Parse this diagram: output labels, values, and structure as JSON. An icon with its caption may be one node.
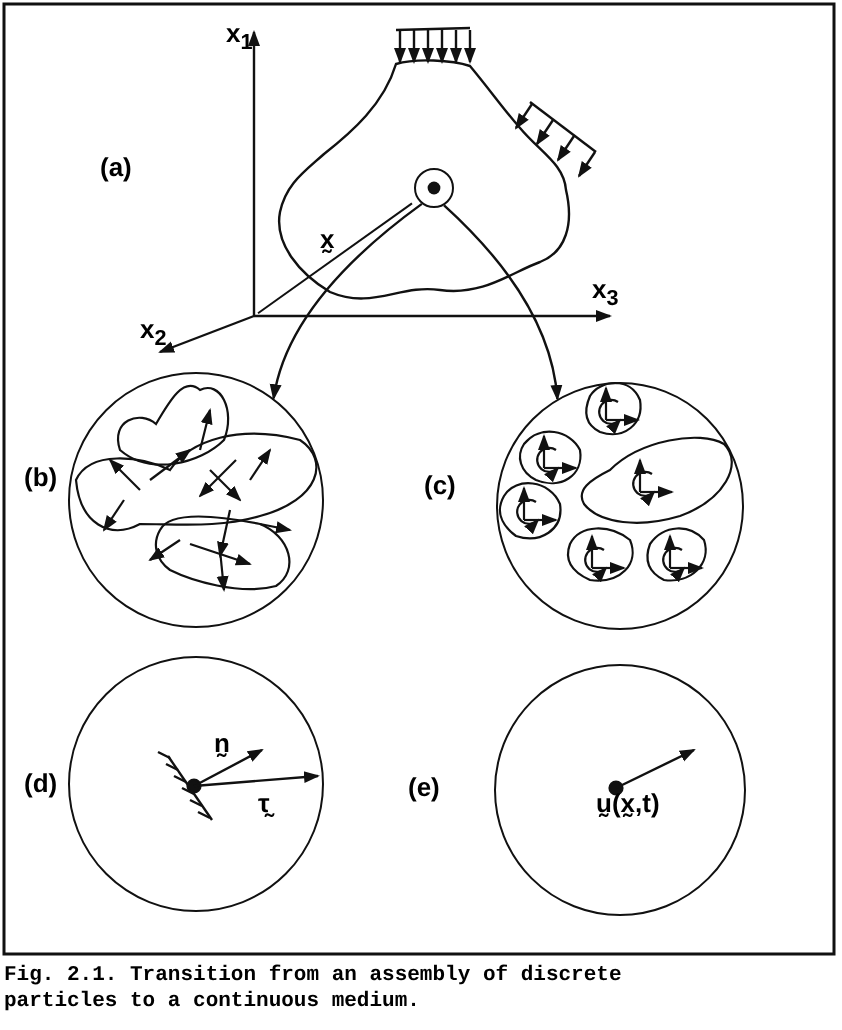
{
  "diagram": {
    "caption": "Fig. 2.1. Transition from an assembly of discrete particles to a continuous medium.",
    "nodes": [
      {
        "text": [],
        "shape": "circle"
      },
      {
        "text": [],
        "shape": "circle",
        "beside": [
          "(b)"
        ]
      },
      {
        "text": [],
        "shape": "circle",
        "beside": [
          "(c)"
        ]
      },
      {
        "text": [
          "n̰",
          "τ̰"
        ],
        "beside": [
          "(d)"
        ]
      },
      {
        "text": [
          "ṵ(x̰,t)"
        ],
        "beside": [
          "(e)"
        ]
      }
    ],
    "edges": [
      {
        "from": 0,
        "to": 1,
        "arrow": "to"
      },
      {
        "from": 0,
        "to": 2,
        "arrow": "to"
      }
    ],
    "labels": [
      "x$_{1}$",
      "(a)",
      "x̰",
      "x$_{3}$",
      "x$_{2}$"
    ]
  }
}
